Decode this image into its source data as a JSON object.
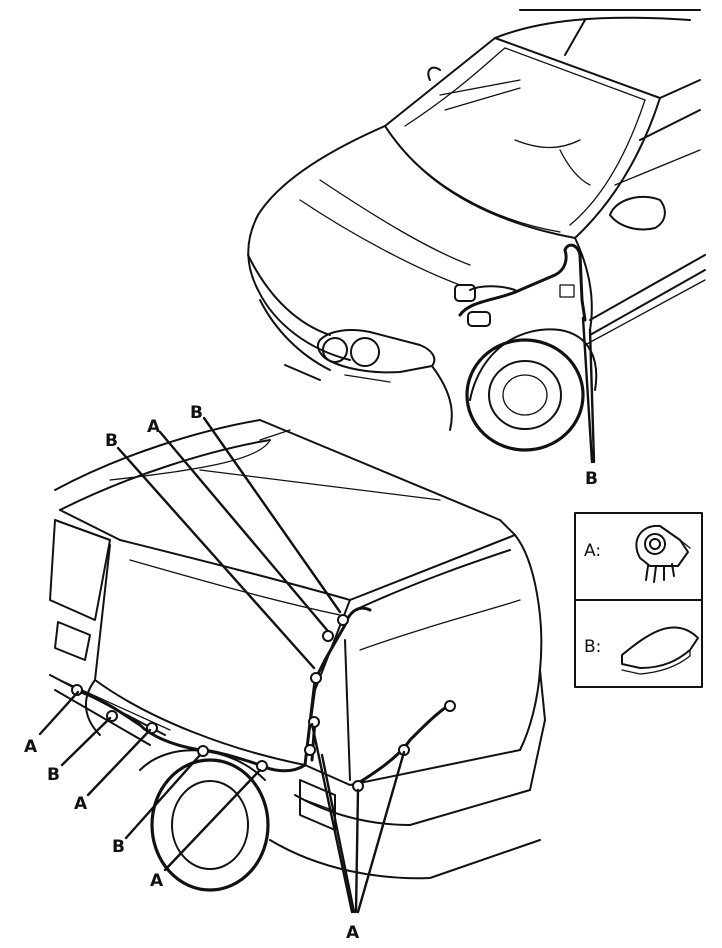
{
  "callouts": {
    "front_b": "B",
    "rear_top_b_left": "B",
    "rear_top_a": "A",
    "rear_top_b_right": "B",
    "rear_left_a1": "A",
    "rear_left_b1": "B",
    "rear_left_a2": "A",
    "rear_left_b2": "B",
    "rear_left_a3": "A",
    "rear_bottom_a": "A"
  },
  "legend": {
    "a_label": "A:",
    "b_label": "B:",
    "a_icon": "clip-icon",
    "b_icon": "cushion-tape-icon"
  },
  "colors": {
    "ink": "#111111",
    "paper": "#ffffff"
  }
}
